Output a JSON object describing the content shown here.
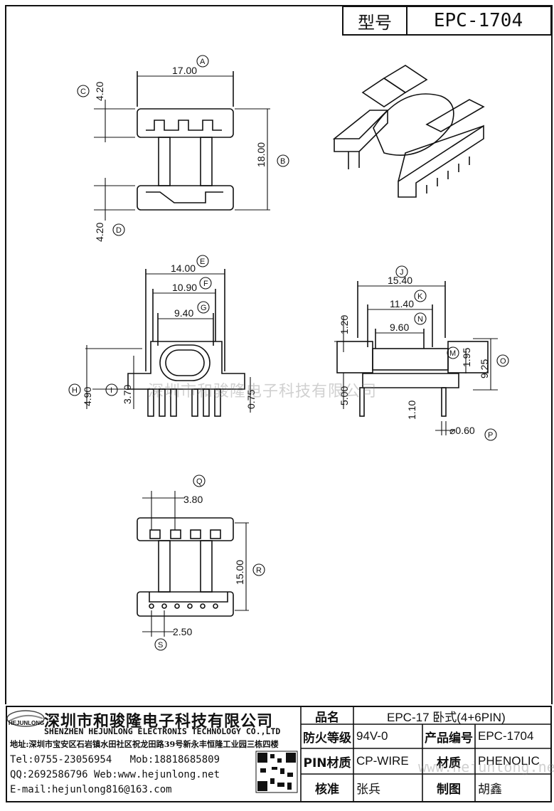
{
  "header": {
    "label": "型号",
    "model": "EPC-1704"
  },
  "dims": {
    "A": "A",
    "B": "B",
    "C": "C",
    "D": "D",
    "E": "E",
    "F": "F",
    "G": "G",
    "H": "H",
    "I": "I",
    "J": "J",
    "K": "K",
    "M": "M",
    "N": "N",
    "O": "O",
    "P": "P",
    "Q": "Q",
    "R": "R",
    "S": "S",
    "v17": "17.00",
    "v18": "18.00",
    "v420a": "4.20",
    "v420b": "4.20",
    "v14": "14.00",
    "v1090": "10.90",
    "v940": "9.40",
    "v490": "4.90",
    "v370": "3.70",
    "v075": "0.75",
    "v1540": "15.40",
    "v1140": "11.40",
    "v960": "9.60",
    "v120": "1.20",
    "v195": "1.95",
    "v925": "9.25",
    "v500": "5.00",
    "v110": "1.10",
    "v060": "⌀0.60",
    "v380": "3.80",
    "v1500": "15.00",
    "v250": "2.50"
  },
  "watermark": {
    "text": "深圳市和骏隆电子科技有限公司",
    "url": "www.hejunlong.net"
  },
  "title_block": {
    "logo": "HEJUNLONG",
    "company_cn": "深圳市和骏隆电子科技有限公司",
    "company_en": "SHENZHEN HEJUNLONG ELECTRONIS TECHNOLOGY CO.,LTD",
    "address": "地址:深圳市宝安区石岩镇水田社区祝龙田路39号新永丰恒隆工业园三栋四楼",
    "tel": "Tel:0755-23056954   Mob:18818685809",
    "qq": "QQ:2692586796 Web:www.hejunlong.net",
    "email": "E-mail:hejunlong816@163.com",
    "product_name_label": "品名",
    "product_name": "EPC-17 卧式(4+6PIN)",
    "fire_label": "防火等级",
    "fire": "94V-0",
    "code_label": "产品编号",
    "code": "EPC-1704",
    "pin_label": "PIN材质",
    "pin": "CP-WIRE",
    "material_label": "材质",
    "material": "PHENOLIC",
    "check_label": "核准",
    "check": "张兵",
    "draw_label": "制图",
    "draw": "胡鑫"
  }
}
